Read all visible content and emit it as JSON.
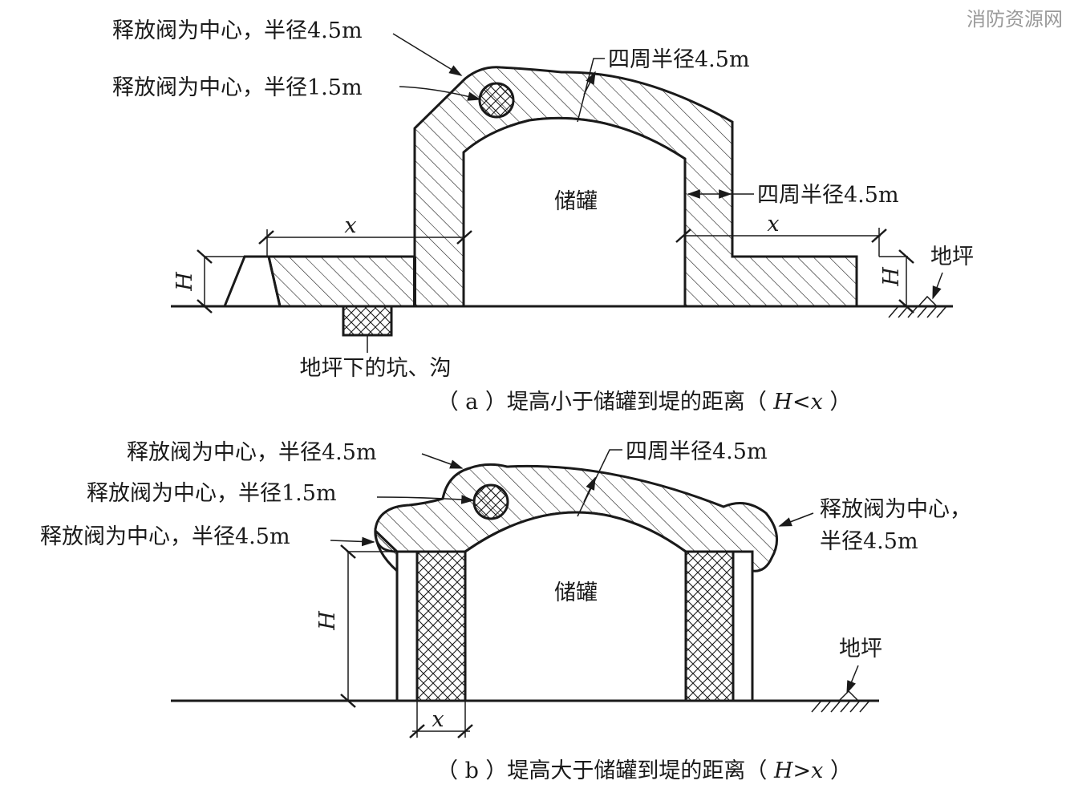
{
  "watermark": "消防资源网",
  "diagram_a": {
    "valve_zone_outer": "释放阀为中心，半径4.5m",
    "valve_zone_inner": "释放阀为中心，半径1.5m",
    "perimeter_top": "四周半径4.5m",
    "perimeter_side": "四周半径4.5m",
    "tank": "储罐",
    "ground": "地坪",
    "pit": "地坪下的坑、沟",
    "dim_x_left": "x",
    "dim_x_right": "x",
    "dim_h_left": "H",
    "dim_h_right": "H",
    "caption_prefix": "（ a ）堤高小于储罐到堤的距离（ ",
    "caption_math": "H<x",
    "caption_suffix": " ）"
  },
  "diagram_b": {
    "valve_zone_outer": "释放阀为中心，半径4.5m",
    "valve_zone_inner": "释放阀为中心，半径1.5m",
    "valve_zone_left": "释放阀为中心，半径4.5m",
    "valve_zone_right_line1": "释放阀为中心，",
    "valve_zone_right_line2": "半径4.5m",
    "perimeter_top": "四周半径4.5m",
    "tank": "储罐",
    "ground": "地坪",
    "dim_h": "H",
    "dim_x": "x",
    "caption_prefix": "（ b ）堤高大于储罐到堤的距离（ ",
    "caption_math": "H>x",
    "caption_suffix": " ）"
  }
}
